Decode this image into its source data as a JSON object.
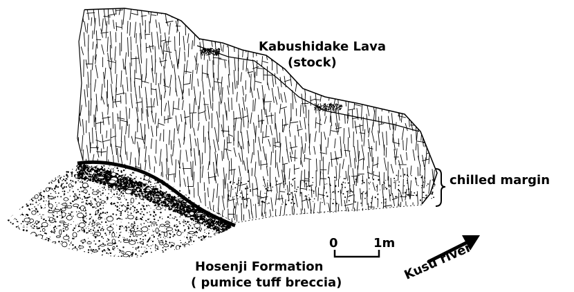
{
  "labels": {
    "upper_unit_name": "Kabushidake Lava",
    "upper_unit_note": "(stock)",
    "lower_unit_name": "Hosenji Formation",
    "lower_unit_note": "( pumice tuff breccia)",
    "margin": "chilled margin",
    "river": "Kusu river"
  },
  "scale_bar": {
    "start_label": "0",
    "end_label": "1m"
  },
  "colors": {
    "ink": "#000000",
    "paper": "#ffffff"
  }
}
